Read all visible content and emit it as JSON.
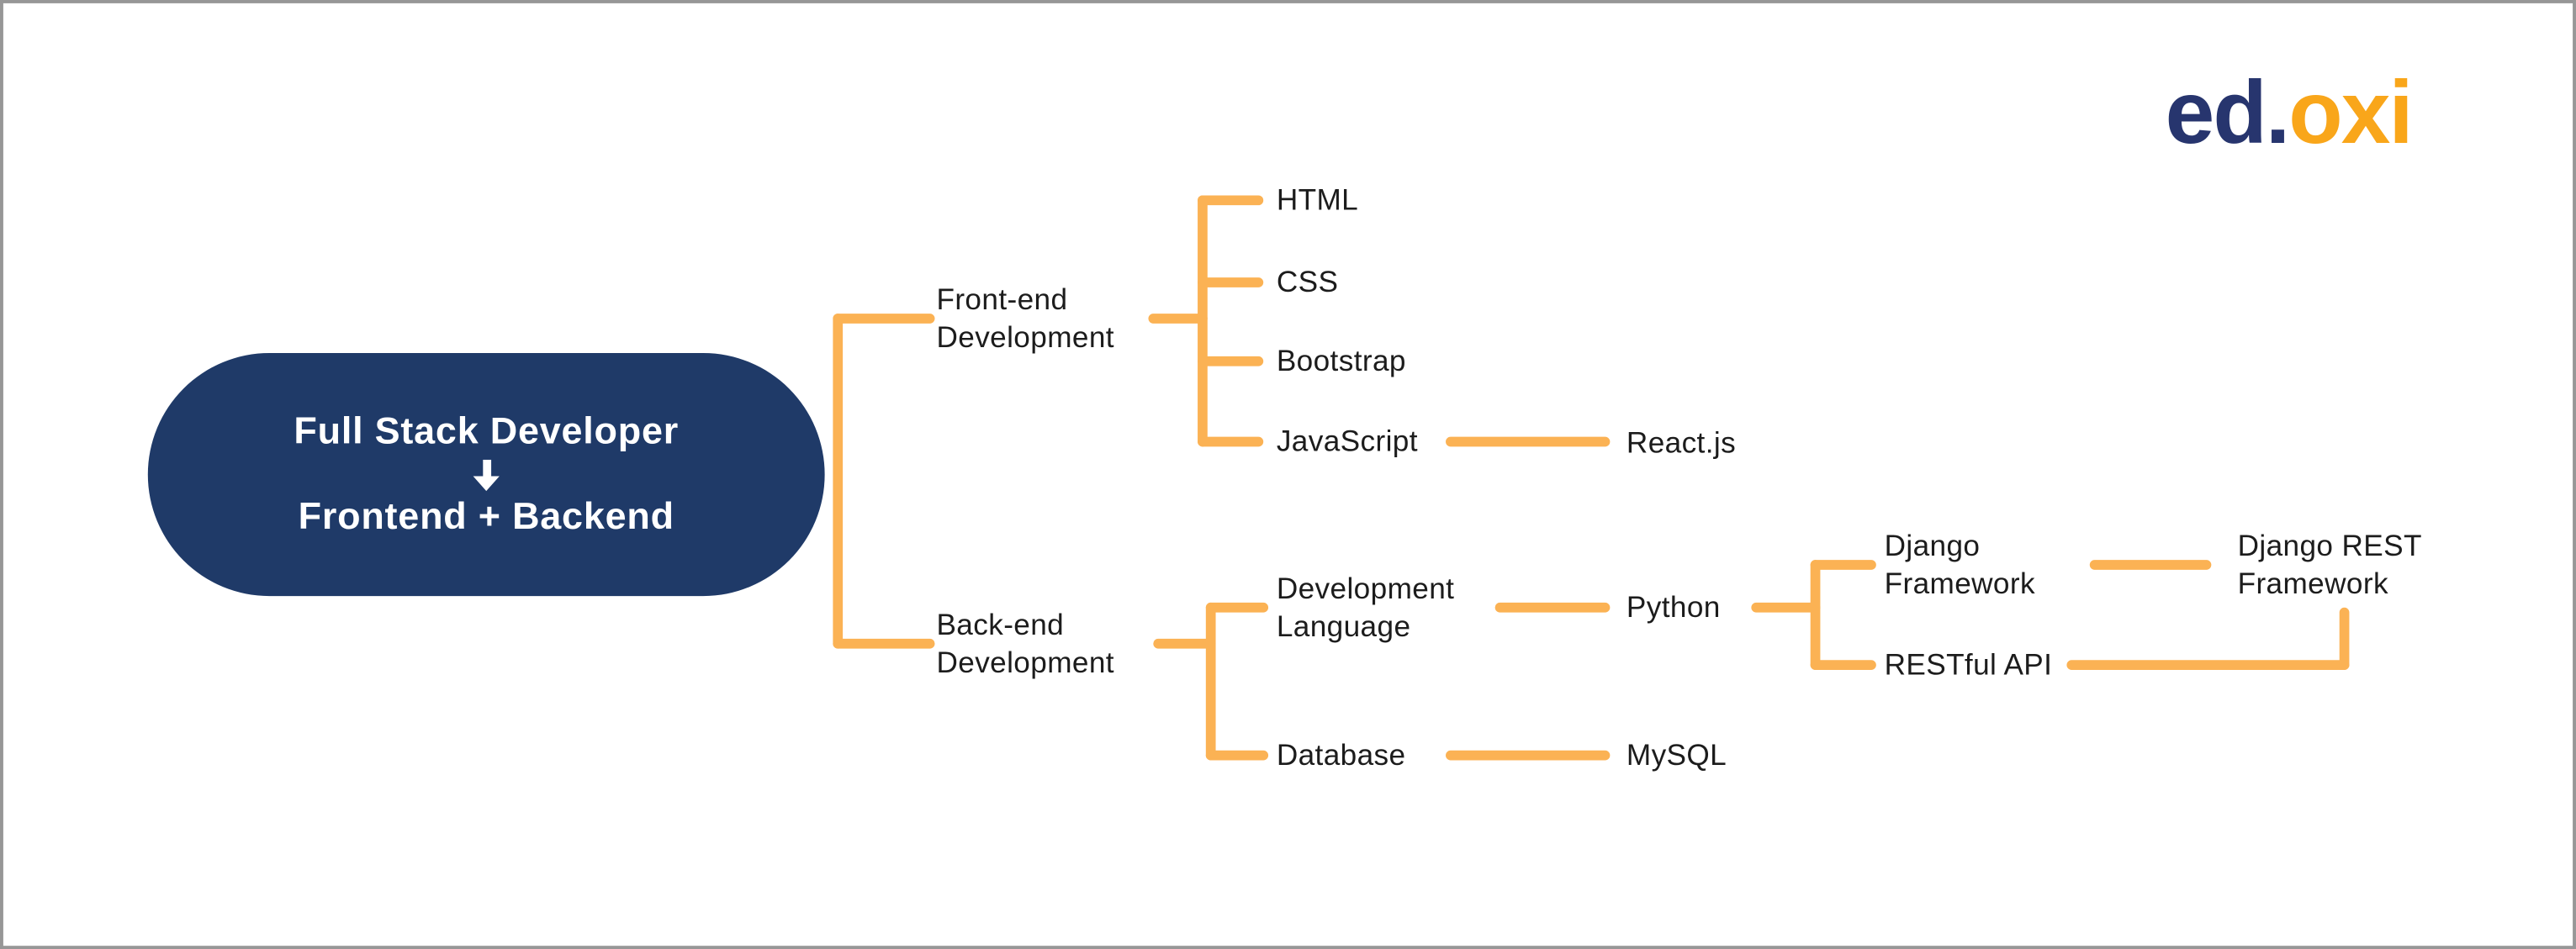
{
  "colors": {
    "navy": "#1F3A68",
    "connector_orange": "#FBB254",
    "logo_navy": "#27356E",
    "logo_orange": "#F9A61A",
    "text": "#1C1C1C",
    "background": "#FFFFFF",
    "frame_border": "#979797"
  },
  "logo": {
    "part1": "ed",
    "dot": ".",
    "part2": "oxi"
  },
  "root": {
    "title": "Full Stack Developer",
    "subtitle": "Frontend + Backend",
    "arrow_icon": "down-arrow"
  },
  "nodes": {
    "frontend": "Front-end\nDevelopment",
    "html": "HTML",
    "css": "CSS",
    "bootstrap": "Bootstrap",
    "javascript": "JavaScript",
    "react": "React.js",
    "backend": "Back-end\nDevelopment",
    "dev_language": "Development\nLanguage",
    "python": "Python",
    "django": "Django\nFramework",
    "django_rest": "Django REST\nFramework",
    "restful_api": "RESTful API",
    "database": "Database",
    "mysql": "MySQL"
  }
}
